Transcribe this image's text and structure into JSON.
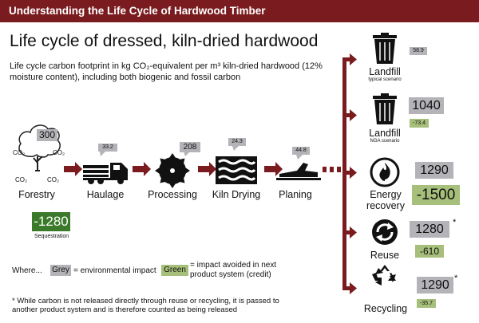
{
  "header": {
    "title": "Understanding the Life Cycle of Hardwood Timber"
  },
  "main": {
    "title": "Life cycle of dressed, kiln-dried hardwood",
    "subtitle": "Life cycle carbon footprint in kg CO₂-equivalent per m³ kiln-dried hardwood (12% moisture content), including both biogenic and fossil carbon"
  },
  "stages": {
    "forestry": {
      "label": "Forestry",
      "impact": "300",
      "sequestration": "-1280",
      "sequestration_label": "Sequestration",
      "co2": "CO₂"
    },
    "haulage": {
      "label": "Haulage",
      "impact": "33.2"
    },
    "processing": {
      "label": "Processing",
      "impact": "208"
    },
    "kiln_drying": {
      "label": "Kiln Drying",
      "impact": "24.3"
    },
    "planing": {
      "label": "Planing",
      "impact": "44.8"
    }
  },
  "end_of_life": {
    "landfill_typical": {
      "label": "Landfill",
      "sublabel": "typical scenario",
      "impact": "58.9"
    },
    "landfill_nga": {
      "label": "Landfill",
      "sublabel": "NGA scenario",
      "impact": "1040",
      "credit": "-73.4"
    },
    "energy_recovery": {
      "label_line1": "Energy",
      "label_line2": "recovery",
      "impact": "1290",
      "credit": "-1500"
    },
    "reuse": {
      "label": "Reuse",
      "impact": "1280",
      "asterisk": "*",
      "credit": "-610"
    },
    "recycling": {
      "label": "Recycling",
      "impact": "1290",
      "asterisk": "*",
      "credit": "-35.7"
    }
  },
  "legend": {
    "where": "Where...",
    "grey_swatch": "Grey",
    "grey_text": "= environmental impact",
    "green_swatch": "Green",
    "green_text": "= impact avoided in next product system (credit)"
  },
  "footnote": "* While carbon is not released directly through reuse or recycling, it is passed to another product system and is therefore counted as being released",
  "colors": {
    "header": "#7a1b1f",
    "arrow": "#7a1b1f",
    "grey": "#b3b3b8",
    "green": "#a6bf7a",
    "dark_green": "#3a7a2a"
  }
}
